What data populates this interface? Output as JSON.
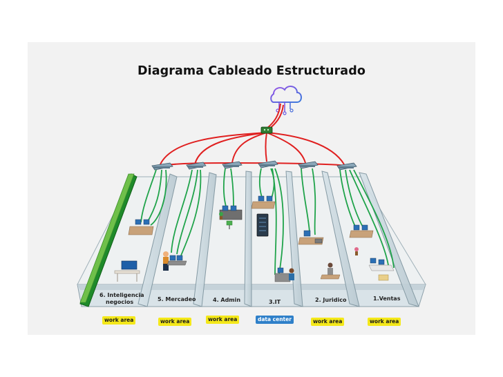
{
  "diagram": {
    "title": "Diagrama Cableado Estructurado",
    "rooms": [
      {
        "label_line1": "6. Inteligencia",
        "label_line2": "negocios"
      },
      {
        "label": "5. Mercadeo"
      },
      {
        "label": "4. Admin"
      },
      {
        "label": "3.IT"
      },
      {
        "label": "2. Juridico"
      },
      {
        "label": "1.Ventas"
      }
    ],
    "area_badges": [
      "work area",
      "work area",
      "work area",
      "data center",
      "work area",
      "work area"
    ],
    "colors": {
      "backbone_cable": "#e02020",
      "horizontal_cable": "#1fa34a",
      "cloud": "#7b4fe0",
      "badge_work": "#f4e81a",
      "badge_datacenter": "#2f80c9"
    },
    "icons": [
      "cloud-icon",
      "core-router-icon",
      "switch-icon",
      "server-rack-icon",
      "workstation-icon",
      "person-icon",
      "printer-icon",
      "plant-icon"
    ]
  }
}
